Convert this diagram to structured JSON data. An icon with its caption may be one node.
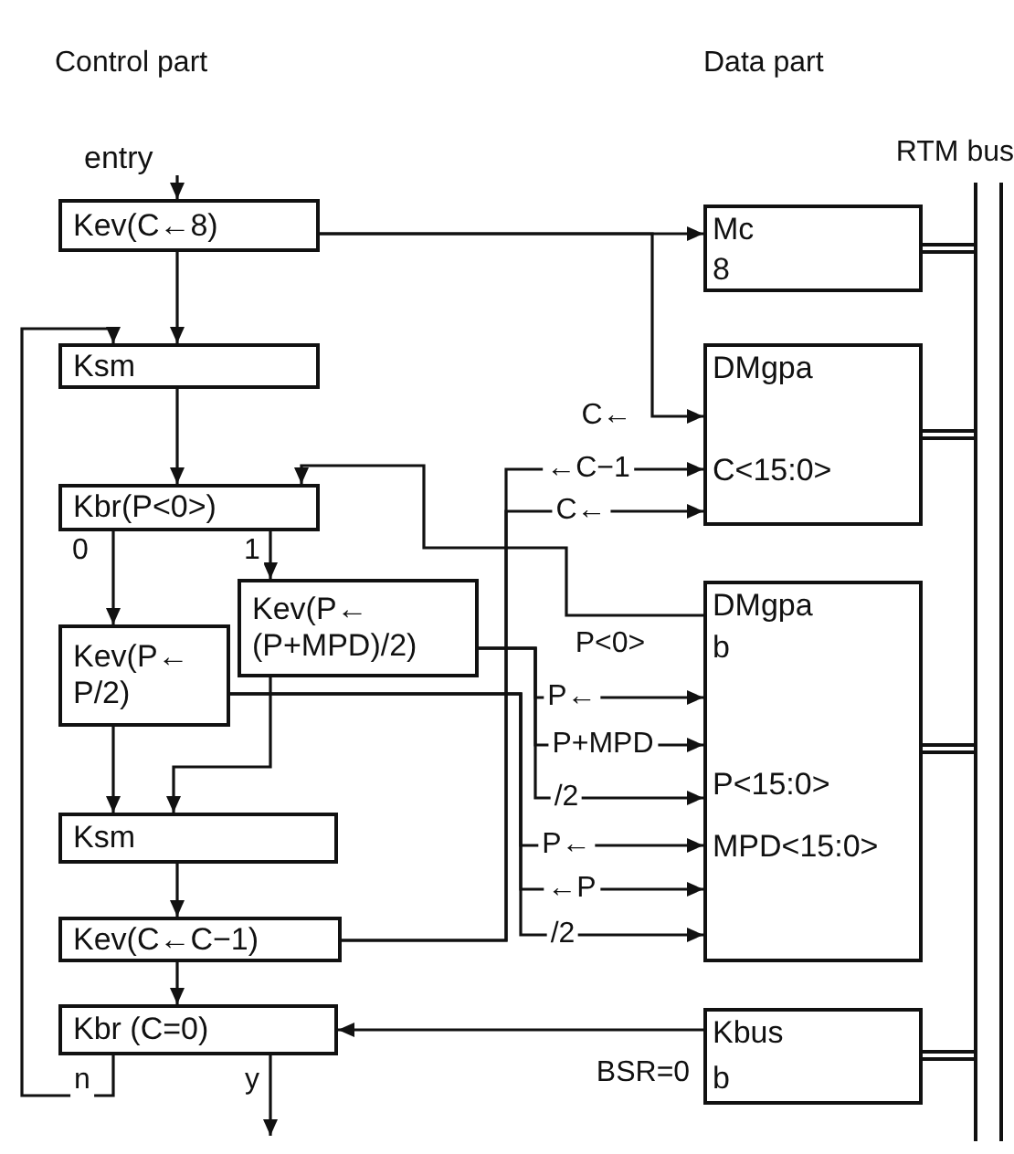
{
  "diagram": {
    "nodes": [
      {
        "text": [
          "entry"
        ]
      },
      {
        "text": [
          "Kev(C←8)"
        ]
      },
      {
        "text": [
          "Ksm"
        ]
      },
      {
        "text": [
          "Kbr(P<0>)"
        ]
      },
      {
        "text": [
          "Kev(P← (P+MPD)/2)"
        ]
      },
      {
        "text": [
          "Kev(P← P/2)"
        ]
      },
      {
        "text": [
          "Ksm"
        ]
      },
      {
        "text": [
          "Kev(C←C−1)"
        ]
      },
      {
        "text": [
          "Kbr (C=0)"
        ]
      },
      {
        "text": [
          "Mc",
          "8"
        ]
      },
      {
        "text": [
          "DMgpa",
          "C<15:0>"
        ]
      },
      {
        "text": [
          "DMgpa",
          "b",
          "P<15:0>",
          "MPD<15:0>"
        ]
      },
      {
        "text": [
          "Kbus",
          "b"
        ]
      },
      {
        "text": [
          "RTM bus"
        ]
      }
    ],
    "edges": [
      {
        "from": 0,
        "to": 1,
        "arrow": "to"
      },
      {
        "from": 1,
        "to": 2,
        "arrow": "to"
      },
      {
        "from": 1,
        "to": 9,
        "arrow": "to"
      },
      {
        "from": 1,
        "to": 10,
        "arrow": "to",
        "label": "C←"
      },
      {
        "from": 2,
        "to": 3,
        "arrow": "to"
      },
      {
        "from": 3,
        "to": 5,
        "arrow": "to",
        "label": "0"
      },
      {
        "from": 3,
        "to": 4,
        "arrow": "to",
        "label": "1"
      },
      {
        "from": 5,
        "to": 6,
        "arrow": "to"
      },
      {
        "from": 4,
        "to": 6,
        "arrow": "to"
      },
      {
        "from": 6,
        "to": 7,
        "arrow": "to"
      },
      {
        "from": 7,
        "to": 8,
        "arrow": "to"
      },
      {
        "from": 8,
        "to": 2,
        "arrow": "to",
        "label": "n"
      },
      {
        "from": 8,
        "to": null,
        "arrow": "to",
        "label": "y"
      },
      {
        "from": 11,
        "to": 3,
        "arrow": "to",
        "label": "P<0>"
      },
      {
        "from": 4,
        "to": 11,
        "arrow": "to",
        "label": "P←"
      },
      {
        "from": 4,
        "to": 11,
        "arrow": "to",
        "label": "P+MPD"
      },
      {
        "from": 4,
        "to": 11,
        "arrow": "to",
        "label": "/2"
      },
      {
        "from": 5,
        "to": 11,
        "arrow": "to",
        "label": "P←"
      },
      {
        "from": 5,
        "to": 11,
        "arrow": "to",
        "label": "←P"
      },
      {
        "from": 5,
        "to": 11,
        "arrow": "to",
        "label": "/2"
      },
      {
        "from": 7,
        "to": 10,
        "arrow": "to",
        "label": "←C−1"
      },
      {
        "from": 7,
        "to": 10,
        "arrow": "to",
        "label": "C←"
      },
      {
        "from": 12,
        "to": 8,
        "arrow": "to",
        "label": "BSR=0"
      },
      {
        "from": 9,
        "to": 13,
        "arrow": "none",
        "style": "thick"
      },
      {
        "from": 10,
        "to": 13,
        "arrow": "none",
        "style": "thick"
      },
      {
        "from": 11,
        "to": 13,
        "arrow": "none",
        "style": "thick"
      },
      {
        "from": 12,
        "to": 13,
        "arrow": "none",
        "style": "thick"
      }
    ],
    "labels": [
      "Control part",
      "Data part"
    ]
  }
}
